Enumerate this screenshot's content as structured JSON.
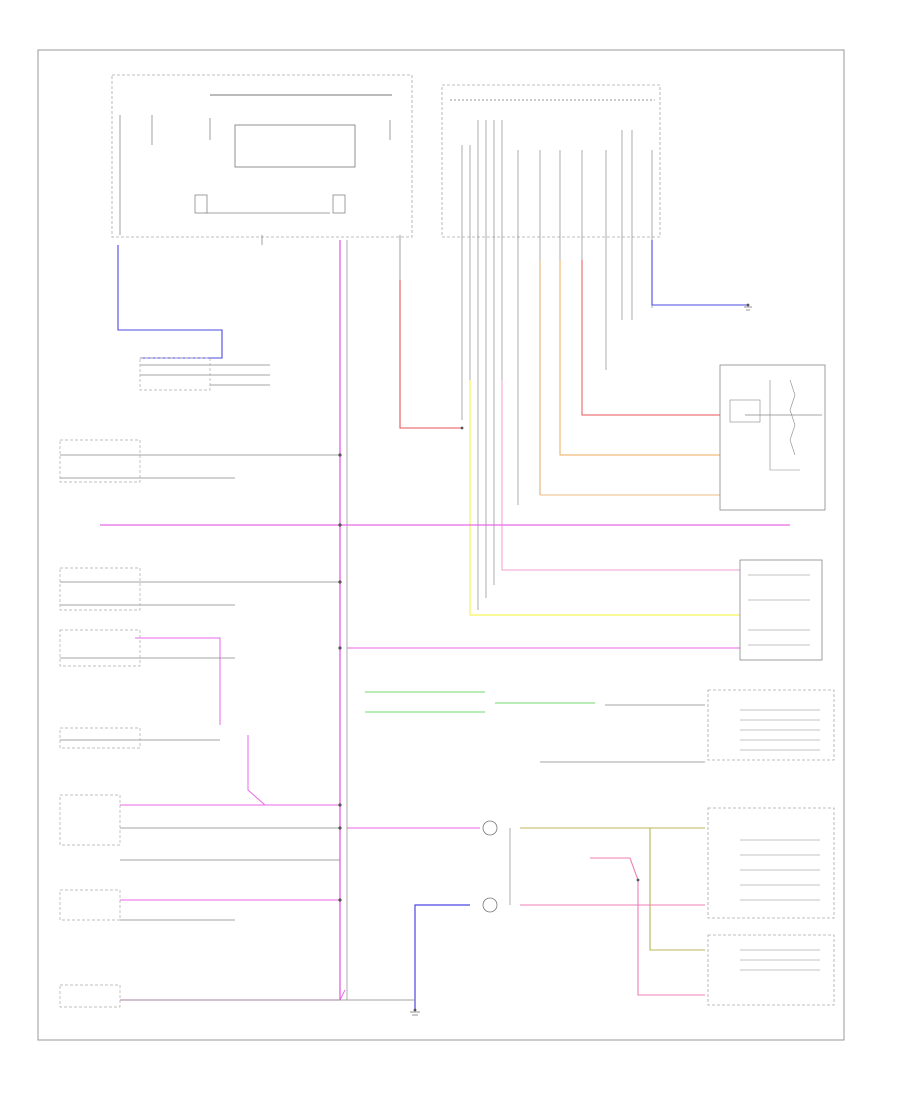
{
  "diagram": {
    "footer_code": "",
    "theme": {
      "frame": "#999999",
      "wire": "#888888",
      "pink": "#e86ae8",
      "pink_light": "#ef9fd2",
      "blue": "#4a48e0",
      "red": "#e85454",
      "orange": "#eda85a",
      "yellow": "#f5f55a",
      "green": "#6fd86f",
      "olive": "#bcb45a"
    },
    "labels": {
      "fuse_box_left": "",
      "fuse_box_center": "",
      "smart_junction_box": "",
      "hot_at_all_times": "",
      "g_ground": "",
      "cont_name": "",
      "bcm_label": "",
      "splice_label": "",
      "instr_panel_dimmer": "",
      "headlamp_switch": "",
      "ignition_switch_lamp": "",
      "cruise_control_switch": "",
      "left_steering_wheel_switch": "",
      "right_steering_wheel_switch": "",
      "clockspring": "",
      "audio_control": "",
      "climate_control": "",
      "ground_left": "",
      "ground_right": ""
    },
    "components": [
      {
        "id": "fuse-box-left",
        "label": ""
      },
      {
        "id": "smart-junction-box",
        "label": ""
      },
      {
        "id": "front-control-module",
        "label": ""
      },
      {
        "id": "ignition-switch",
        "label": ""
      },
      {
        "id": "accessory-switch-1",
        "label": ""
      },
      {
        "id": "accessory-switch-2",
        "label": ""
      },
      {
        "id": "accessory-switch-3",
        "label": ""
      },
      {
        "id": "accessory-switch-4",
        "label": ""
      },
      {
        "id": "accessory-switch-5",
        "label": ""
      },
      {
        "id": "accessory-switch-6",
        "label": ""
      },
      {
        "id": "relay-box",
        "label": ""
      },
      {
        "id": "dimmer-switch",
        "label": ""
      },
      {
        "id": "steering-switch-upper",
        "label": ""
      },
      {
        "id": "steering-switch-middle",
        "label": ""
      },
      {
        "id": "steering-switch-lower",
        "label": ""
      }
    ]
  }
}
